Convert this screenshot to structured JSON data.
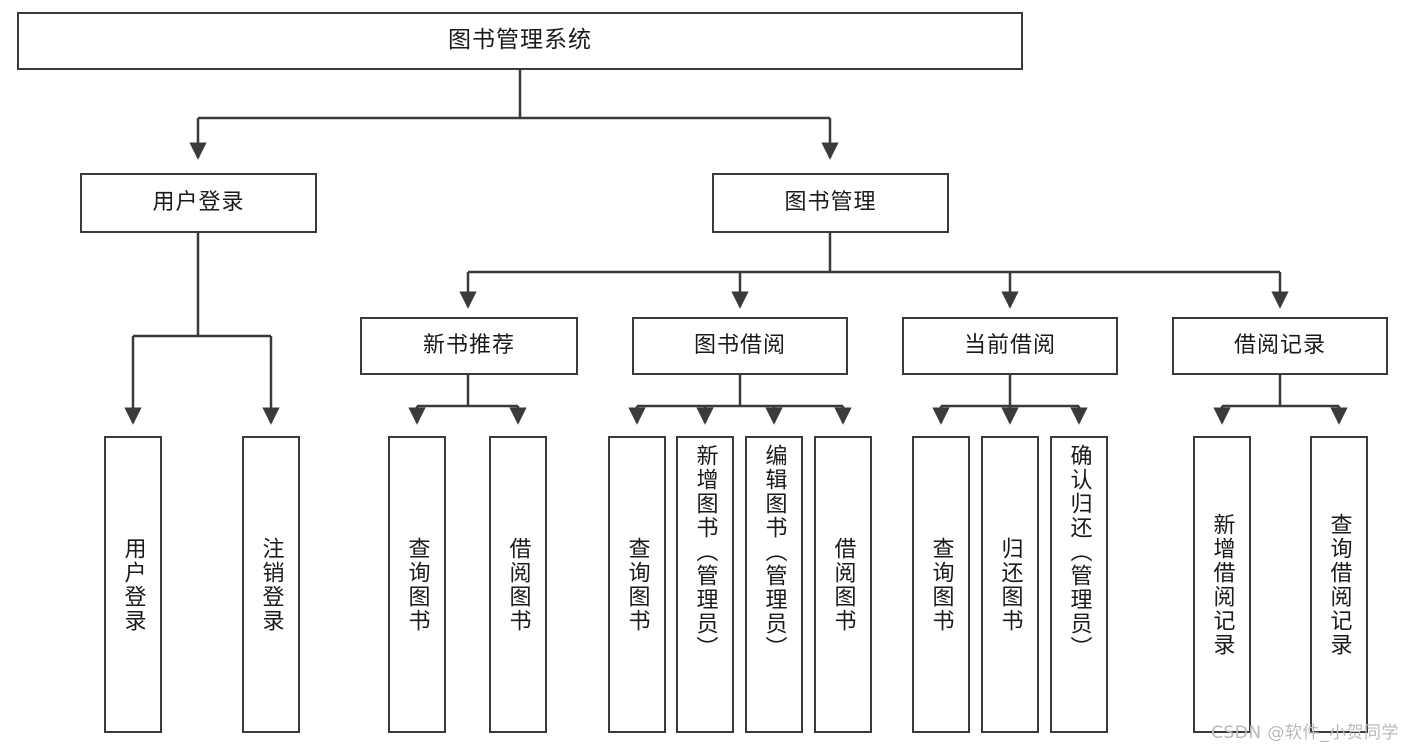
{
  "diagram": {
    "title": "图书管理系统",
    "type": "tree-structure-chart",
    "watermark": "CSDN @软件_小贺同学",
    "colors": {
      "background": "#ffffff",
      "stroke": "#3a3a3a",
      "text": "#1a1a1a",
      "watermark": "#b9b9b9"
    },
    "nodes": {
      "root": "图书管理系统",
      "level2": {
        "user_login": "用户登录",
        "book_manage": "图书管理"
      },
      "level3": {
        "new_book_recommend": "新书推荐",
        "book_borrow": "图书借阅",
        "current_borrow": "当前借阅",
        "borrow_record": "借阅记录"
      },
      "leaves": {
        "user_login_1": "用户登录",
        "user_login_2": "注销登录",
        "new_book_1": "查询图书",
        "new_book_2": "借阅图书",
        "borrow_1": "查询图书",
        "borrow_2": "新增图书（管理员）",
        "borrow_3": "编辑图书（管理员）",
        "borrow_4": "借阅图书",
        "current_1": "查询图书",
        "current_2": "归还图书",
        "current_3": "确认归还（管理员）",
        "record_1": "新增借阅记录",
        "record_2": "查询借阅记录"
      }
    },
    "tree": [
      {
        "label": "图书管理系统",
        "children": [
          {
            "label": "用户登录",
            "children": [
              {
                "label": "用户登录"
              },
              {
                "label": "注销登录"
              }
            ]
          },
          {
            "label": "图书管理",
            "children": [
              {
                "label": "新书推荐",
                "children": [
                  {
                    "label": "查询图书"
                  },
                  {
                    "label": "借阅图书"
                  }
                ]
              },
              {
                "label": "图书借阅",
                "children": [
                  {
                    "label": "查询图书"
                  },
                  {
                    "label": "新增图书（管理员）"
                  },
                  {
                    "label": "编辑图书（管理员）"
                  },
                  {
                    "label": "借阅图书"
                  }
                ]
              },
              {
                "label": "当前借阅",
                "children": [
                  {
                    "label": "查询图书"
                  },
                  {
                    "label": "归还图书"
                  },
                  {
                    "label": "确认归还（管理员）"
                  }
                ]
              },
              {
                "label": "借阅记录",
                "children": [
                  {
                    "label": "新增借阅记录"
                  },
                  {
                    "label": "查询借阅记录"
                  }
                ]
              }
            ]
          }
        ]
      }
    ]
  }
}
